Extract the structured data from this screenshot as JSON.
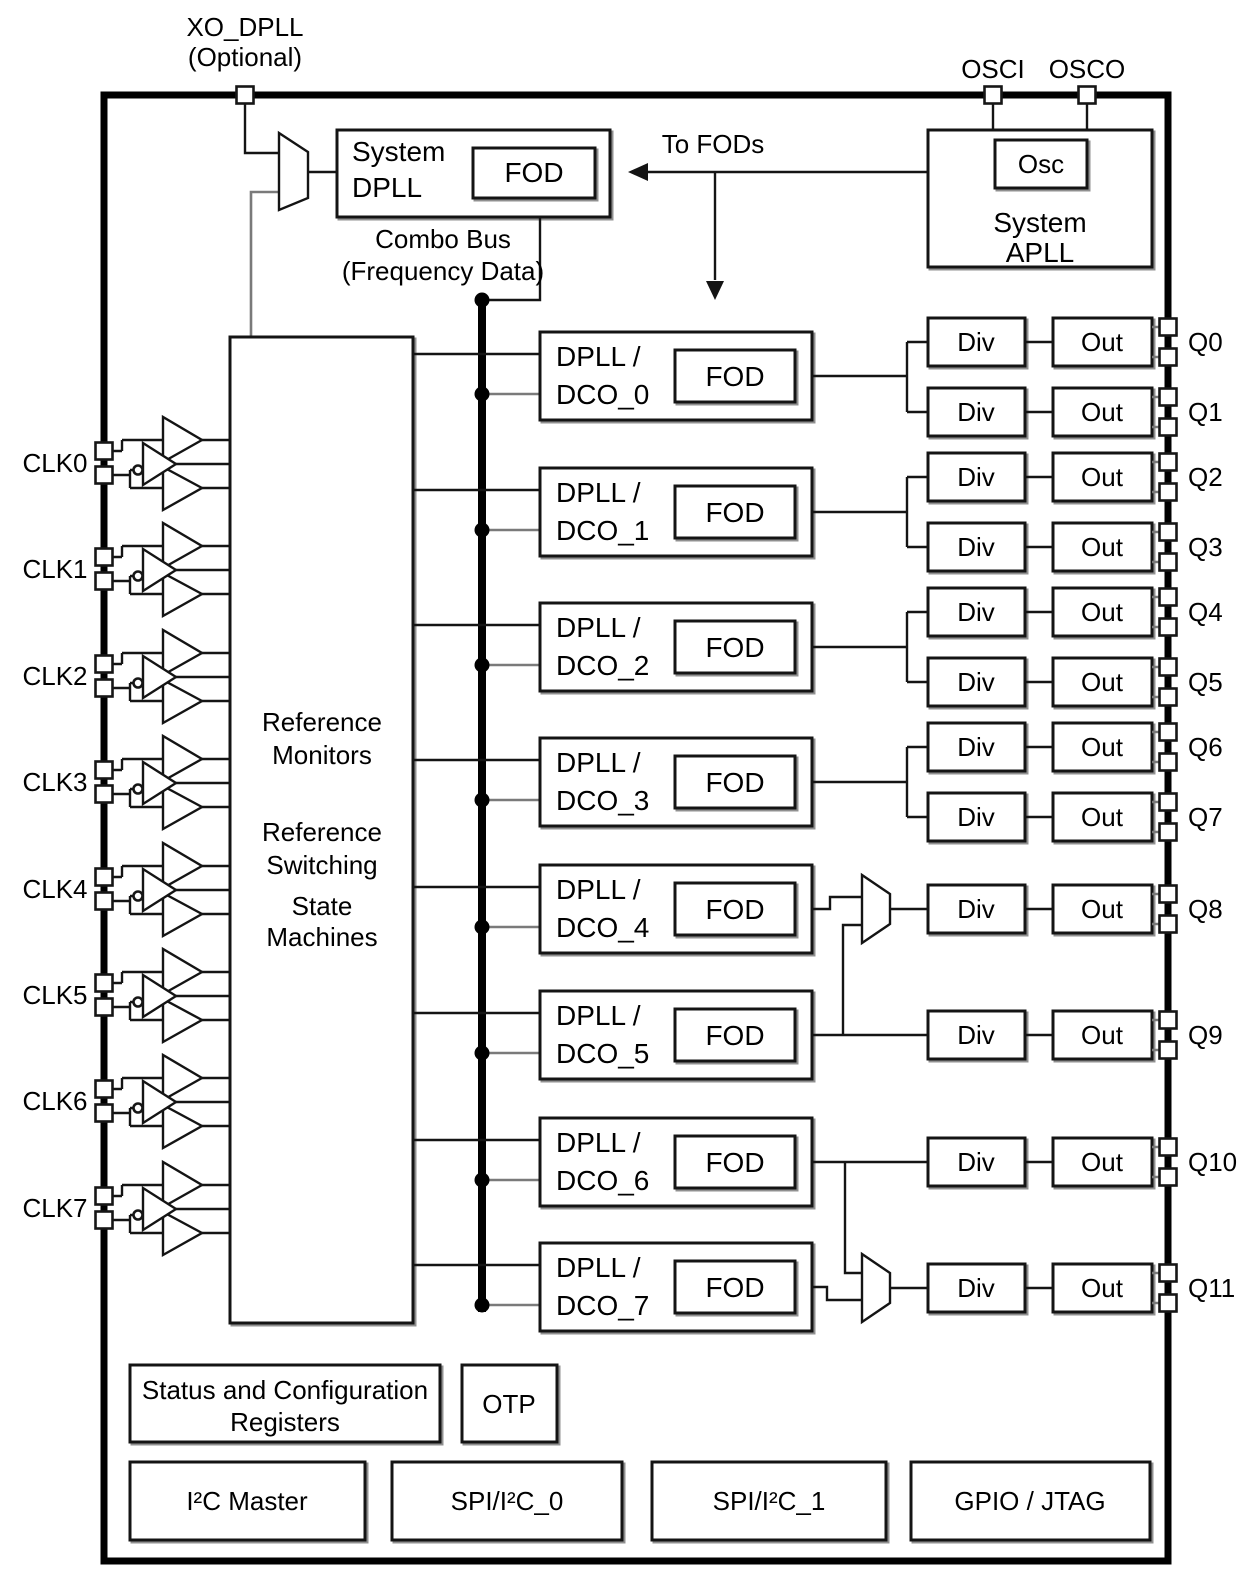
{
  "pins": {
    "xo_dpll_line1": "XO_DPLL",
    "xo_dpll_line2": "(Optional)",
    "osci": "OSCI",
    "osco": "OSCO"
  },
  "system_dpll": {
    "line1": "System",
    "line2": "DPLL",
    "fod": "FOD"
  },
  "system_apll": {
    "osc": "Osc",
    "line1": "System",
    "line2": "APLL"
  },
  "annotations": {
    "to_fods": "To FODs",
    "combo_bus_line1": "Combo Bus",
    "combo_bus_line2": "(Frequency Data)"
  },
  "reference_block": {
    "line1": "Reference",
    "line2": "Monitors",
    "line3": "Reference",
    "line4": "Switching",
    "line5": "State",
    "line6": "Machines"
  },
  "clk_inputs": [
    "CLK0",
    "CLK1",
    "CLK2",
    "CLK3",
    "CLK4",
    "CLK5",
    "CLK6",
    "CLK7"
  ],
  "dplls": [
    {
      "line1": "DPLL /",
      "line2": "DCO_0",
      "fod": "FOD"
    },
    {
      "line1": "DPLL /",
      "line2": "DCO_1",
      "fod": "FOD"
    },
    {
      "line1": "DPLL /",
      "line2": "DCO_2",
      "fod": "FOD"
    },
    {
      "line1": "DPLL /",
      "line2": "DCO_3",
      "fod": "FOD"
    },
    {
      "line1": "DPLL /",
      "line2": "DCO_4",
      "fod": "FOD"
    },
    {
      "line1": "DPLL /",
      "line2": "DCO_5",
      "fod": "FOD"
    },
    {
      "line1": "DPLL /",
      "line2": "DCO_6",
      "fod": "FOD"
    },
    {
      "line1": "DPLL /",
      "line2": "DCO_7",
      "fod": "FOD"
    }
  ],
  "labels": {
    "div": "Div",
    "out": "Out"
  },
  "q_outputs": [
    "Q0",
    "Q1",
    "Q2",
    "Q3",
    "Q4",
    "Q5",
    "Q6",
    "Q7",
    "Q8",
    "Q9",
    "Q10",
    "Q11"
  ],
  "bottom": {
    "status_line1": "Status and Configuration",
    "status_line2": "Registers",
    "otp": "OTP",
    "i2c_master": "I²C Master",
    "spi_i2c_0": "SPI/I²C_0",
    "spi_i2c_1": "SPI/I²C_1",
    "gpio_jtag": "GPIO / JTAG"
  },
  "colors": {
    "background": "#ffffff",
    "line": "#141414",
    "shadow": "#7d7d7d",
    "gray_wire": "#7a7a7a"
  }
}
